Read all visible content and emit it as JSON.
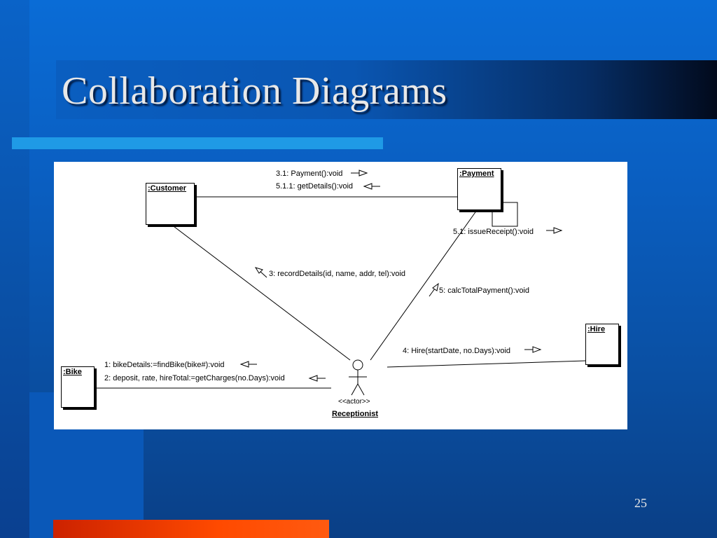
{
  "slide": {
    "title": "Collaboration Diagrams",
    "number": "25"
  },
  "colors": {
    "background": "#0a5ec0",
    "accent_bar": "#1f9ae6",
    "bottom_bar": "#ff4a00"
  },
  "diagram": {
    "objects": {
      "customer": ":Customer",
      "payment": ":Payment",
      "hire": ":Hire",
      "bike": ":Bike"
    },
    "actor": {
      "stereotype": "<<actor>>",
      "name": "Receptionist"
    },
    "messages": {
      "m3_1": "3.1: Payment():void",
      "m5_1_1": "5.1.1: getDetails():void",
      "m5_1": "5.1: issueReceipt():void",
      "m3": "3: recordDetails(id, name, addr, tel):void",
      "m5": "5: calcTotalPayment():void",
      "m4": "4: Hire(startDate, no.Days):void",
      "m1": "1: bikeDetails:=findBike(bike#):void",
      "m2": "2: deposit, rate, hireTotal:=getCharges(no.Days):void"
    }
  }
}
